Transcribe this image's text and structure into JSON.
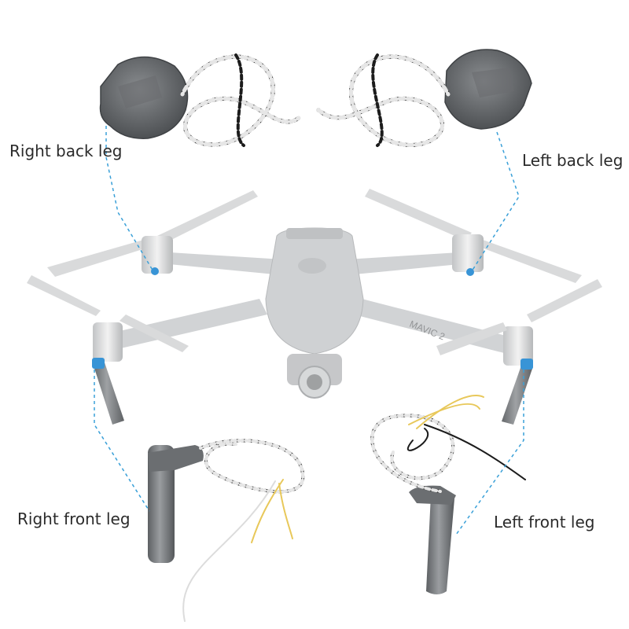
{
  "labels": {
    "right_back_leg": "Right back leg",
    "left_back_leg": "Left back leg",
    "right_front_leg": "Right front leg",
    "left_front_leg": "Left front leg"
  },
  "drone": {
    "model_text": "MAVIC 2"
  },
  "colors": {
    "leader_line": "#3aa0d8",
    "part_gray": "#7a7d80",
    "drone_body": "#c9cbcd",
    "wire_dark": "#1c1c1c",
    "wire_yellow": "#e8c85a"
  }
}
